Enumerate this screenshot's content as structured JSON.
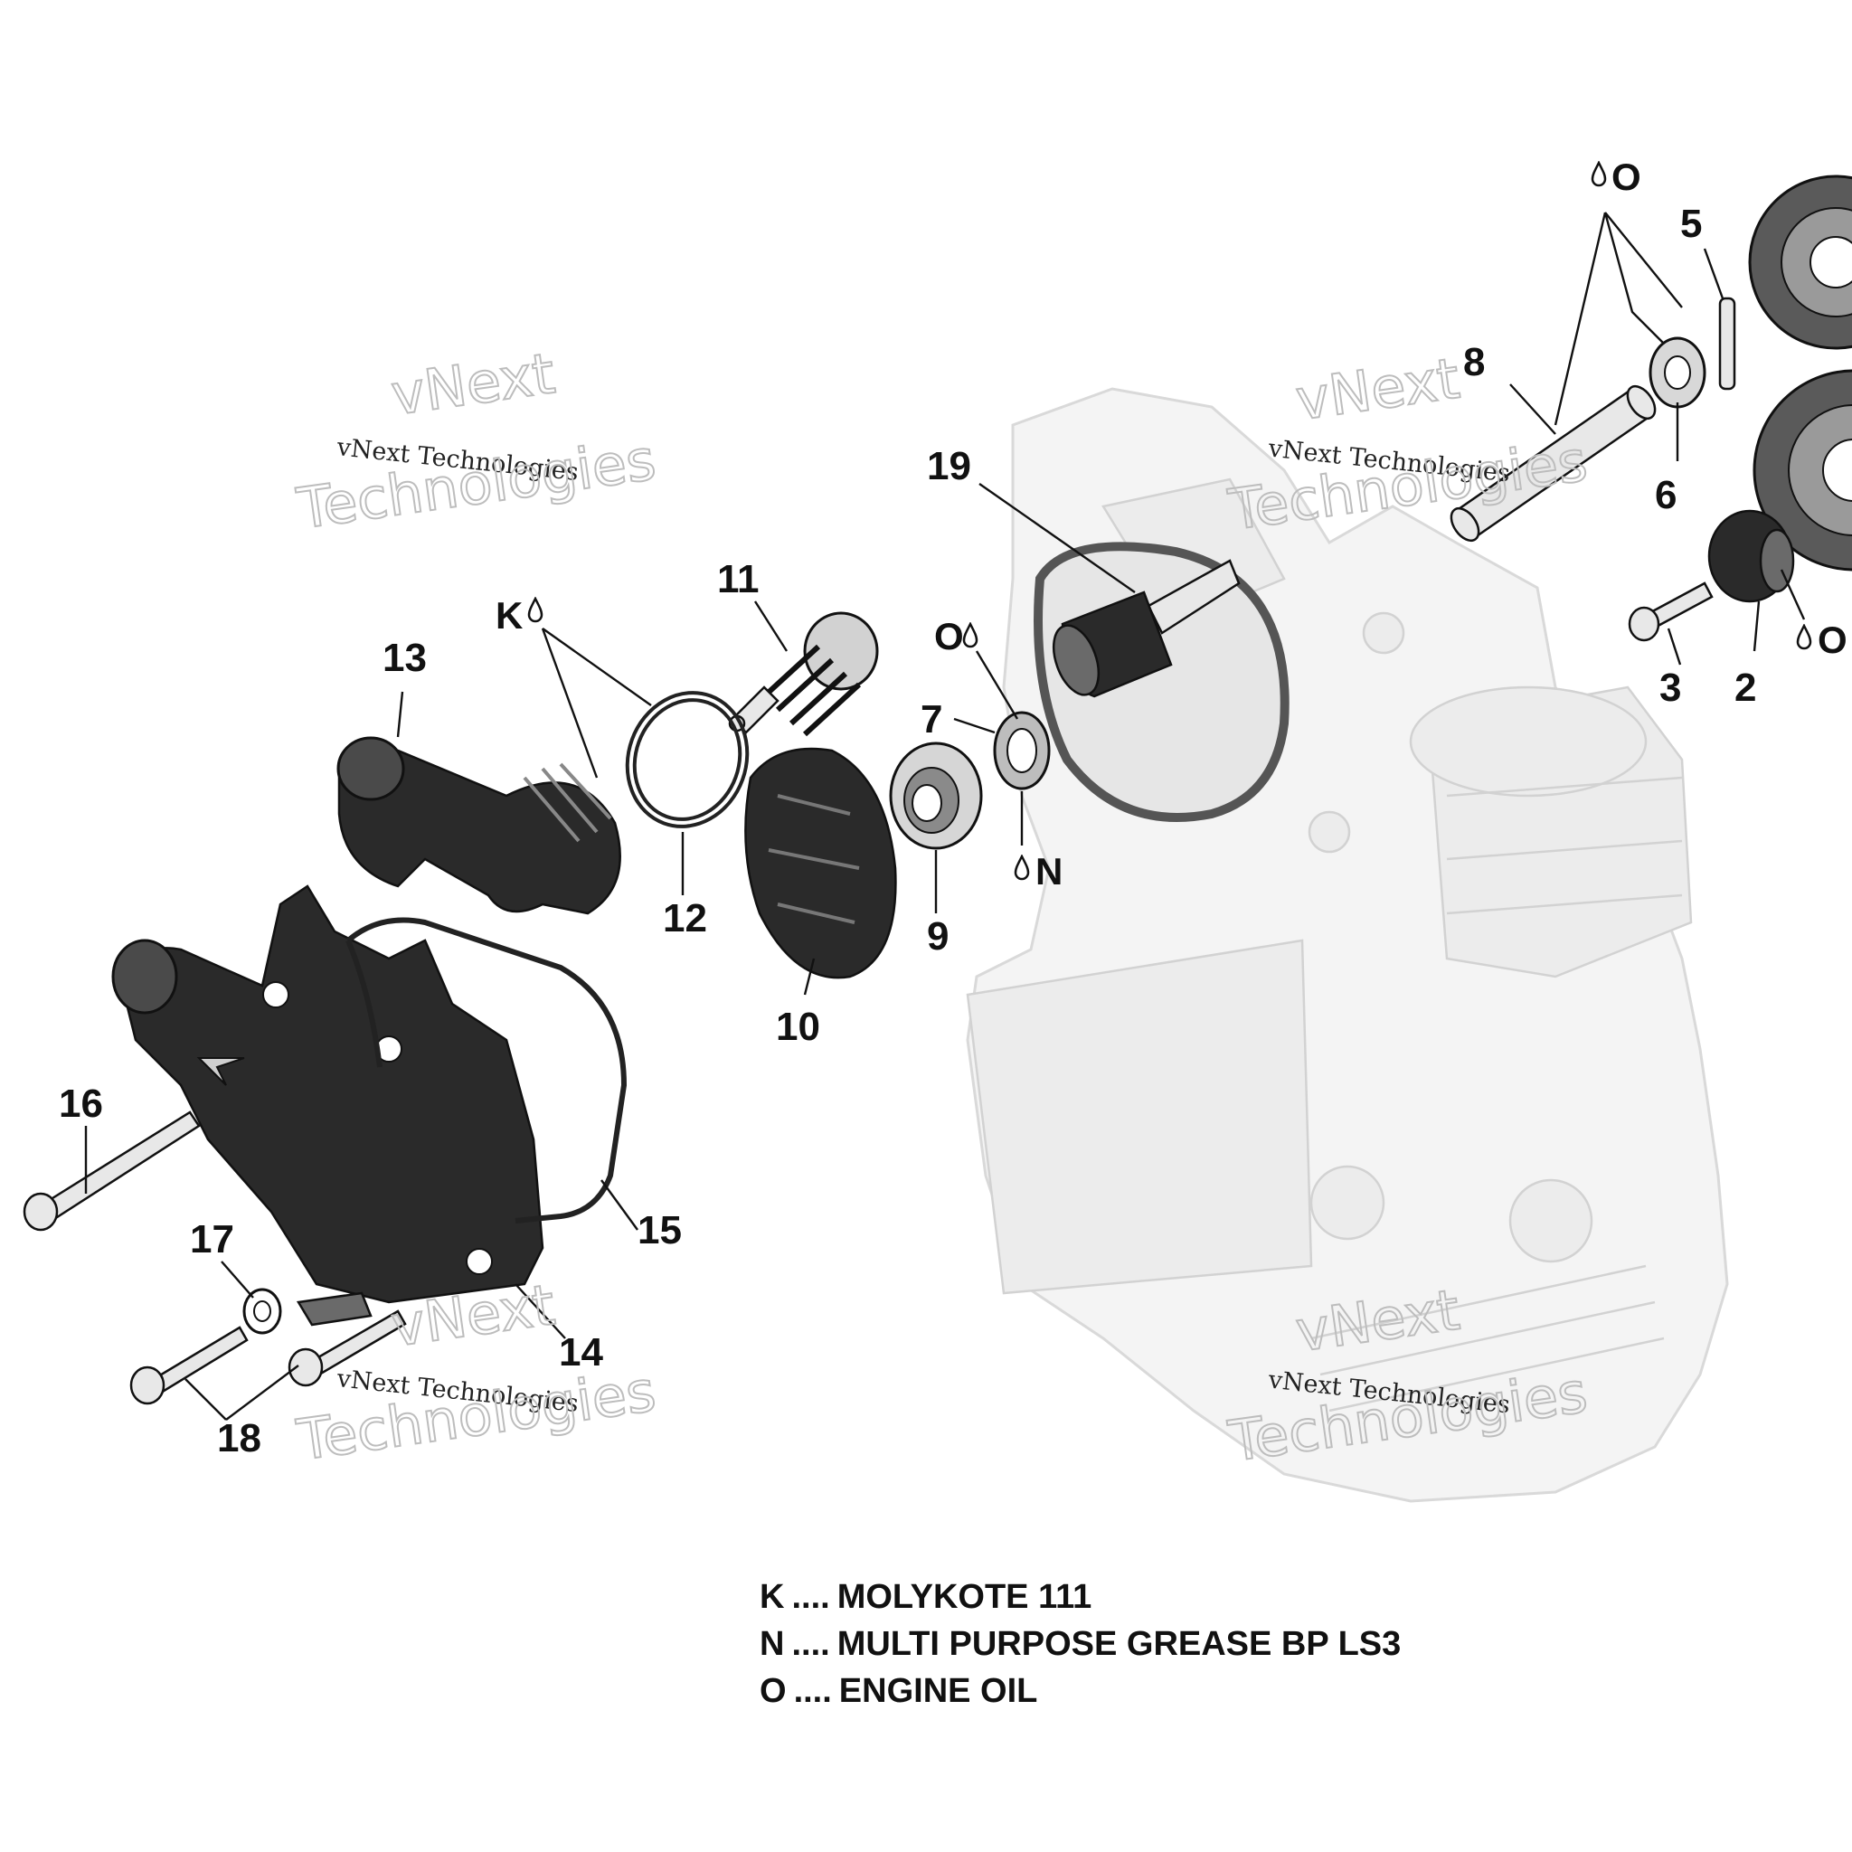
{
  "watermarks": [
    {
      "line1": "vNext",
      "line2": "vNext Technologies",
      "line3": "Technologies"
    },
    {
      "line1": "vNext",
      "line2": "vNext Technologies",
      "line3": "Technologies"
    },
    {
      "line1": "vNext",
      "line2": "vNext Technologies",
      "line3": "Technologies"
    },
    {
      "line1": "vNext",
      "line2": "vNext Technologies",
      "line3": "Technologies"
    }
  ],
  "callouts": {
    "c2": "2",
    "c3": "3",
    "c5": "5",
    "c6": "6",
    "c7": "7",
    "c8": "8",
    "c9": "9",
    "c10": "10",
    "c11": "11",
    "c12": "12",
    "c13": "13",
    "c14": "14",
    "c15": "15",
    "c16": "16",
    "c17": "17",
    "c18": "18",
    "c19": "19"
  },
  "lube_tags": {
    "k_top": "K",
    "o_top": "O",
    "o_mid": "O",
    "o_right": "O",
    "n_mid": "N"
  },
  "legend": [
    {
      "code": "K",
      "sep": "....",
      "text": "MOLYKOTE 111"
    },
    {
      "code": "N",
      "sep": "....",
      "text": "MULTI PURPOSE GREASE BP LS3"
    },
    {
      "code": "O",
      "sep": "....",
      "text": "ENGINE OIL"
    }
  ],
  "colors": {
    "ink": "#111111",
    "ghost_engine": "#f4f4f4",
    "watermark": "#bdbdbd"
  },
  "icons": [
    "oil-drop-icon"
  ]
}
